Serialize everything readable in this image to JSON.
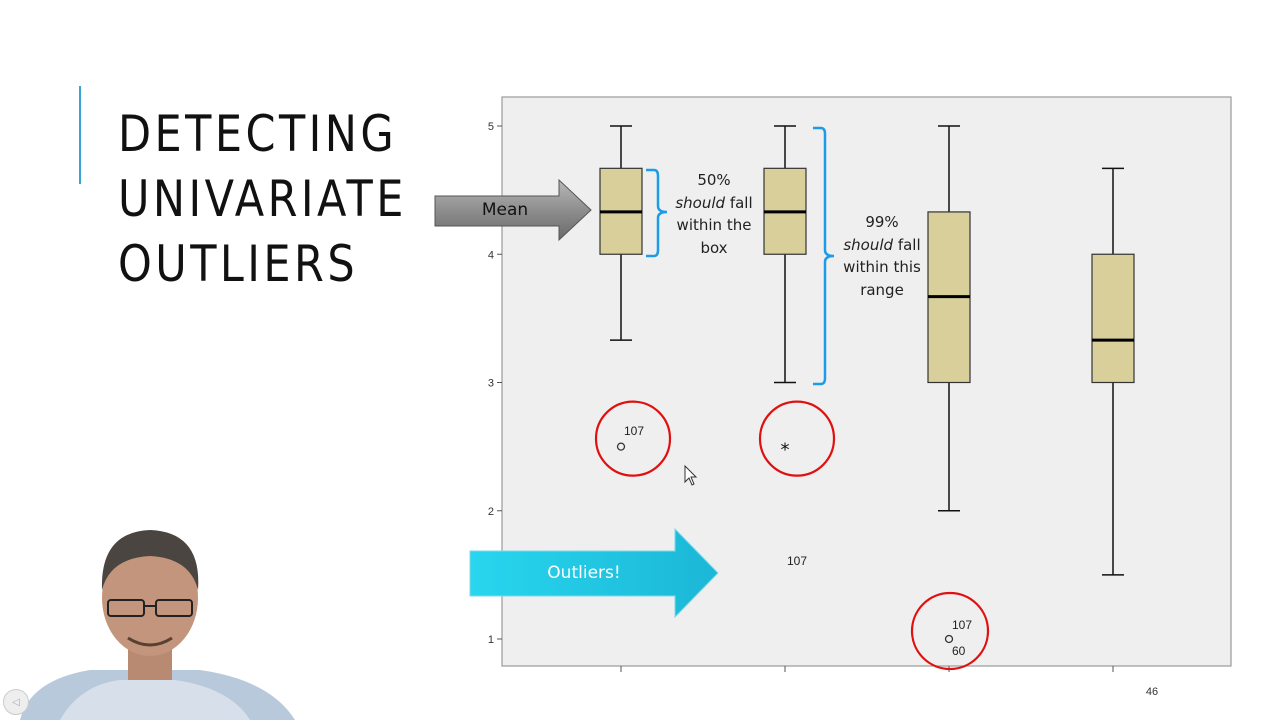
{
  "slide": {
    "title_lines": [
      "DETECTING",
      "UNIVARIATE",
      "OUTLIERS"
    ],
    "slide_number": "46",
    "accent_color": "#3aa6d6"
  },
  "callouts": {
    "box_lines": [
      [
        "50%"
      ],
      [
        "should",
        " fall"
      ],
      [
        "within the"
      ],
      [
        "box"
      ]
    ],
    "range_lines": [
      [
        "99%"
      ],
      [
        "should",
        " fall"
      ],
      [
        "within this"
      ],
      [
        "range"
      ]
    ],
    "mean_arrow_label": "Mean",
    "outliers_arrow_label": "Outliers!"
  },
  "chart_data": {
    "type": "boxplot",
    "ylim": [
      0.8,
      5.2
    ],
    "y_ticks": [
      "1",
      "2",
      "3",
      "4",
      "5"
    ],
    "grid": false,
    "box_fill": "#d8cf9b",
    "outlier_circle_color": "#e01010",
    "boxes": [
      {
        "min": 3.33,
        "q1": 4.0,
        "median": 4.33,
        "q3": 4.67,
        "max": 5.0,
        "outliers": [
          {
            "value": 2.5,
            "marker": "circle",
            "labels": [
              "107"
            ]
          }
        ]
      },
      {
        "min": 3.0,
        "q1": 4.0,
        "median": 4.33,
        "q3": 4.67,
        "max": 5.0,
        "outliers": [
          {
            "value": 2.5,
            "marker": "star",
            "labels": [
              "107"
            ]
          }
        ]
      },
      {
        "min": 2.0,
        "q1": 3.0,
        "median": 3.67,
        "q3": 4.33,
        "max": 5.0,
        "outliers": [
          {
            "value": 1.0,
            "marker": "circle",
            "labels": [
              "107",
              "60"
            ]
          }
        ]
      },
      {
        "min": 1.5,
        "q1": 3.0,
        "median": 3.33,
        "q3": 4.0,
        "max": 4.67,
        "outliers": []
      }
    ]
  }
}
